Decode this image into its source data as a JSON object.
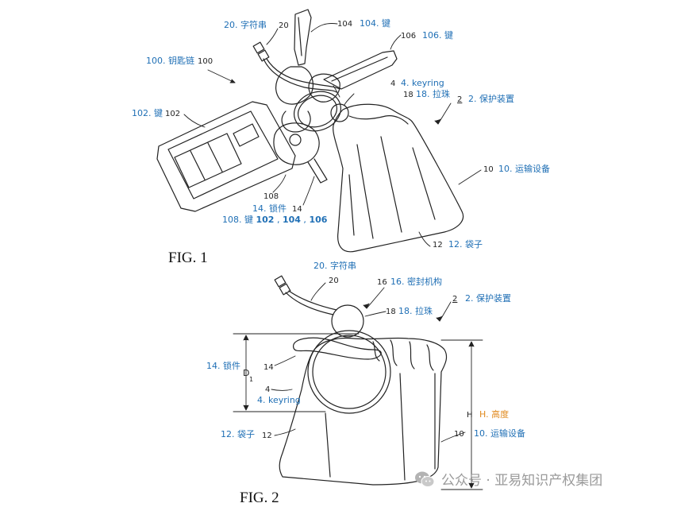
{
  "colors": {
    "label": "#1f6fb5",
    "height": "#e08a1e",
    "line": "#222222",
    "watermark": "#9a9a9a"
  },
  "fig1": {
    "title": "FIG. 1",
    "labels": {
      "l20": "20. 字符串",
      "n20": "20",
      "n104": "104",
      "l104": "104. 键",
      "n106": "106",
      "l106": "106. 键",
      "l100": "100. 钥匙链",
      "n100": "100",
      "n4": "4",
      "l4": "4. keyring",
      "n18": "18",
      "l18": "18. 拉珠",
      "n2": "2",
      "l2": "2. 保护装置",
      "l102": "102. 键",
      "n102": "102",
      "n10": "10",
      "l10": "10. 运输设备",
      "n108": "108",
      "l14": "14. 锁件",
      "n14": "14",
      "l108_prefix": "108. 键 ",
      "l108_a": "102",
      "l108_sep1": " , ",
      "l108_b": "104",
      "l108_sep2": " , ",
      "l108_c": "106",
      "n12": "12",
      "l12": "12. 袋子"
    }
  },
  "fig2": {
    "title": "FIG. 2",
    "labels": {
      "l20": "20. 字符串",
      "n20": "20",
      "n16": "16",
      "l16": "16. 密封机构",
      "n18": "18",
      "l18": "18. 拉珠",
      "n2": "2",
      "l2": "2. 保护装置",
      "l14": "14. 锁件",
      "n14": "14",
      "d": "D",
      "d1": "1",
      "n4": "4",
      "l4": "4. keyring",
      "h": "H",
      "lh": "H. 高度",
      "l12": "12. 袋子",
      "n12": "12",
      "n10": "10",
      "l10": "10. 运输设备"
    }
  },
  "watermark": {
    "icon": "wechat-icon",
    "text": "公众号 · 亚易知识产权集团"
  }
}
